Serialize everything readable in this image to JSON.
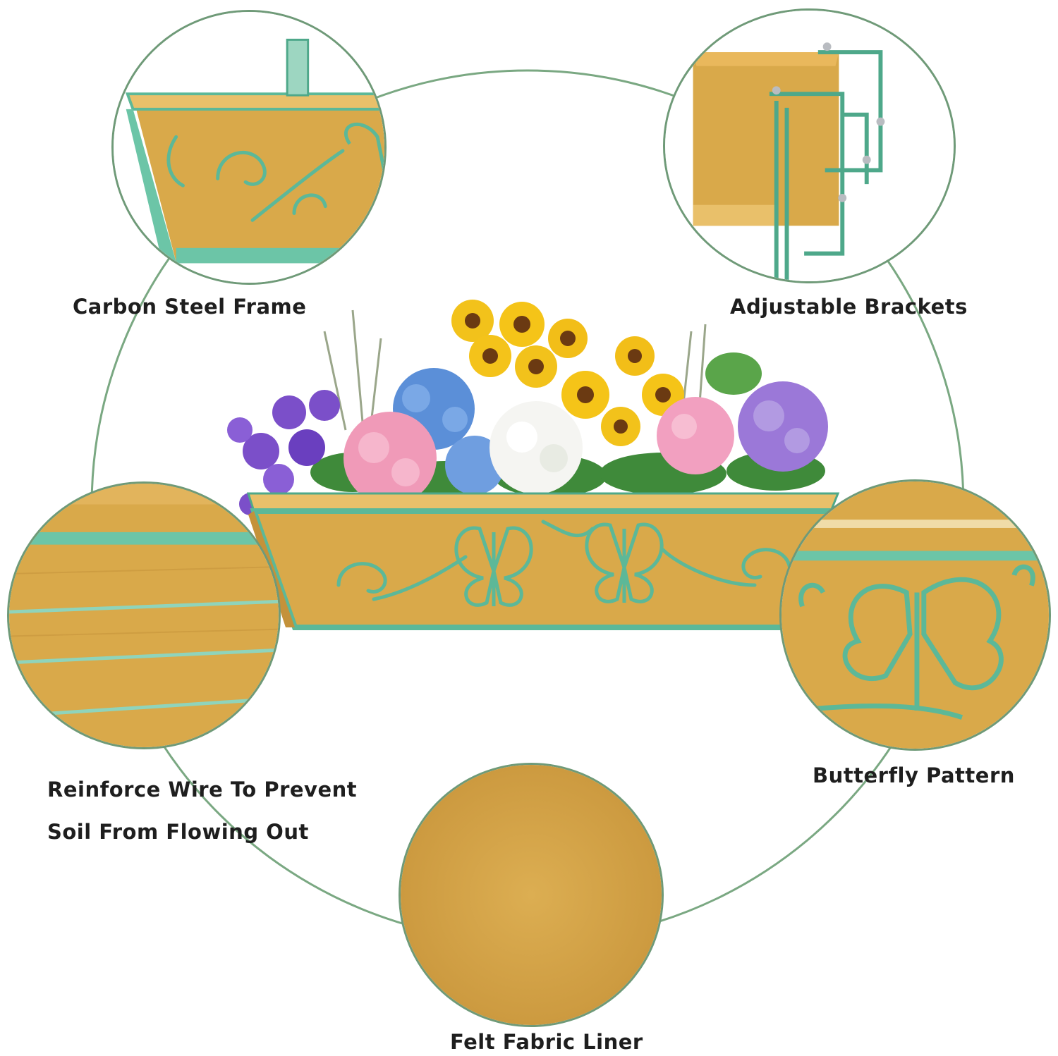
{
  "colors": {
    "ring": "#7aa882",
    "circle_border": "#6f9a78",
    "frame_green": "#6cc5a7",
    "frame_green_dark": "#4ea88a",
    "felt": "#d9a94a",
    "felt_dark": "#c4923a",
    "text": "#1e1e1e"
  },
  "features": {
    "carbon_steel_frame": "Carbon Steel Frame",
    "adjustable_brackets": "Adjustable Brackets",
    "reinforce_wire_line1": "Reinforce Wire To Prevent",
    "reinforce_wire_line2": "Soil From Flowing Out",
    "butterfly_pattern": "Butterfly Pattern",
    "felt_fabric_liner": "Felt Fabric Liner"
  }
}
